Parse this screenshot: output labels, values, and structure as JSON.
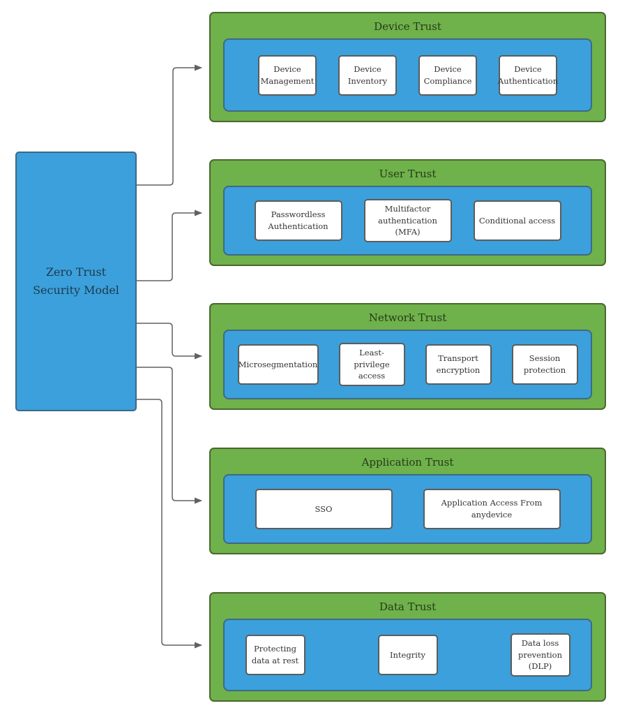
{
  "root": {
    "label": "Zero Trust Security Model"
  },
  "sections": [
    {
      "title": "Device Trust",
      "items": [
        "Device Management",
        "Device Inventory",
        "Device Compliance",
        "Device Authentication"
      ]
    },
    {
      "title": "User Trust",
      "items": [
        "Passwordless Authentication",
        "Multifactor authentication (MFA)",
        "Conditional access"
      ]
    },
    {
      "title": "Network Trust",
      "items": [
        "Microsegmentation",
        "Least-privilege access",
        "Transport encryption",
        "Session protection"
      ]
    },
    {
      "title": "Application Trust",
      "items": [
        "SSO",
        "Application Access From anydevice"
      ]
    },
    {
      "title": "Data Trust",
      "items": [
        "Protecting data at rest",
        "Integrity",
        "Data loss prevention (DLP)"
      ]
    }
  ],
  "colors": {
    "section_fill": "#6FB14A",
    "section_border": "#4A682D",
    "node_fill": "#3BA0DB",
    "node_border": "#3E6985",
    "card_fill": "#FFFFFF",
    "card_border": "#5C5C5C",
    "connector": "#616161",
    "title_text": "#263A1C",
    "node_text": "#20394E",
    "card_text": "#333333"
  }
}
